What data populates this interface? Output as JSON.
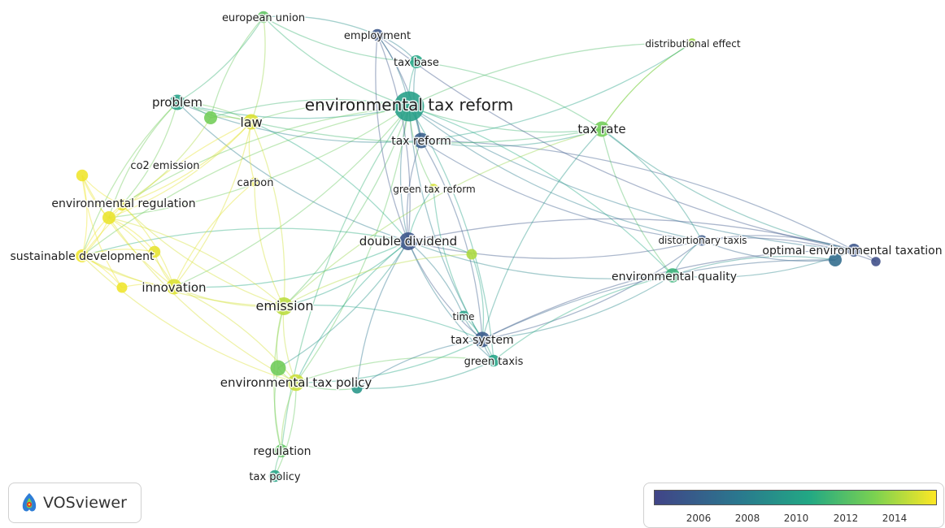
{
  "colors": {
    "scale": [
      "#414487",
      "#2a788e",
      "#22a884",
      "#7ad151",
      "#fde725"
    ]
  },
  "year_range": [
    2004.5,
    2015.7
  ],
  "nodes": [
    {
      "id": "etr",
      "label": "environmental tax reform",
      "year": 2009.5,
      "weight": 22
    },
    {
      "id": "dd",
      "label": "double dividend",
      "year": 2005.3,
      "weight": 12
    },
    {
      "id": "tr",
      "label": "tax reform",
      "year": 2005.8,
      "weight": 10
    },
    {
      "id": "emission",
      "label": "emission",
      "year": 2014.3,
      "weight": 12
    },
    {
      "id": "etp",
      "label": "environmental tax policy",
      "year": 2014.6,
      "weight": 11
    },
    {
      "id": "law",
      "label": "law",
      "year": 2015.0,
      "weight": 10
    },
    {
      "id": "innovation",
      "label": "innovation",
      "year": 2015.0,
      "weight": 10
    },
    {
      "id": "taxrate",
      "label": "tax rate",
      "year": 2012.6,
      "weight": 10
    },
    {
      "id": "problem",
      "label": "problem",
      "year": 2009.7,
      "weight": 10
    },
    {
      "id": "taxsystem",
      "label": "tax system",
      "year": 2005.6,
      "weight": 10
    },
    {
      "id": "envquality",
      "label": "environmental quality",
      "year": 2010.8,
      "weight": 9
    },
    {
      "id": "oet",
      "label": "optimal environmental taxation",
      "year": 2005.3,
      "weight": 8
    },
    {
      "id": "taxbase",
      "label": "tax base",
      "year": 2010.0,
      "weight": 8
    },
    {
      "id": "sd",
      "label": "sustainable development",
      "year": 2015.4,
      "weight": 8
    },
    {
      "id": "envreg",
      "label": "environmental regulation",
      "year": 2015.3,
      "weight": 8
    },
    {
      "id": "co2",
      "label": "co2 emission",
      "year": 2015.3,
      "weight": 7
    },
    {
      "id": "employment",
      "label": "employment",
      "year": 2005.4,
      "weight": 7
    },
    {
      "id": "eu",
      "label": "european union",
      "year": 2012.0,
      "weight": 7
    },
    {
      "id": "regulation",
      "label": "regulation",
      "year": 2012.0,
      "weight": 8
    },
    {
      "id": "greentaxis",
      "label": "green taxis",
      "year": 2009.8,
      "weight": 7
    },
    {
      "id": "time",
      "label": "time",
      "year": 2009.7,
      "weight": 6
    },
    {
      "id": "taxpolicy",
      "label": "tax policy",
      "year": 2009.8,
      "weight": 7
    },
    {
      "id": "disttax",
      "label": "distortionary taxis",
      "year": 2005.6,
      "weight": 6
    },
    {
      "id": "distrib",
      "label": "distributional effect",
      "year": 2013.6,
      "weight": 5
    },
    {
      "id": "carbon",
      "label": "carbon",
      "year": 2015.3,
      "weight": 5
    },
    {
      "id": "gtr",
      "label": "green tax reform",
      "year": 2014.8,
      "weight": 5
    },
    {
      "id": "n_ltop",
      "label": "",
      "year": 2012.6,
      "weight": 8
    },
    {
      "id": "n_lft1",
      "label": "",
      "year": 2015.4,
      "weight": 7
    },
    {
      "id": "n_lft2",
      "label": "",
      "year": 2015.4,
      "weight": 6
    },
    {
      "id": "n_sd2",
      "label": "",
      "year": 2015.2,
      "weight": 7
    },
    {
      "id": "n_mid",
      "label": "",
      "year": 2014.0,
      "weight": 6
    },
    {
      "id": "n_etp2",
      "label": "",
      "year": 2012.5,
      "weight": 10
    },
    {
      "id": "n_teal",
      "label": "",
      "year": 2009.0,
      "weight": 6
    },
    {
      "id": "n_oet1",
      "label": "",
      "year": 2006.6,
      "weight": 8
    },
    {
      "id": "n_oet2",
      "label": "",
      "year": 2005.0,
      "weight": 5
    }
  ],
  "links": [
    [
      "etr",
      "tr"
    ],
    [
      "etr",
      "dd"
    ],
    [
      "etr",
      "emission"
    ],
    [
      "etr",
      "law"
    ],
    [
      "etr",
      "problem"
    ],
    [
      "etr",
      "taxrate"
    ],
    [
      "etr",
      "taxbase"
    ],
    [
      "etr",
      "employment"
    ],
    [
      "etr",
      "eu"
    ],
    [
      "etr",
      "taxsystem"
    ],
    [
      "etr",
      "envquality"
    ],
    [
      "etr",
      "oet"
    ],
    [
      "etr",
      "innovation"
    ],
    [
      "etr",
      "sd"
    ],
    [
      "etr",
      "envreg"
    ],
    [
      "etr",
      "co2"
    ],
    [
      "etr",
      "distrib"
    ],
    [
      "etr",
      "disttax"
    ],
    [
      "etr",
      "etp"
    ],
    [
      "etr",
      "regulation"
    ],
    [
      "etr",
      "greentaxis"
    ],
    [
      "etr",
      "n_ltop"
    ],
    [
      "dd",
      "tr"
    ],
    [
      "dd",
      "taxsystem"
    ],
    [
      "dd",
      "emission"
    ],
    [
      "dd",
      "disttax"
    ],
    [
      "dd",
      "oet"
    ],
    [
      "dd",
      "envquality"
    ],
    [
      "dd",
      "time"
    ],
    [
      "dd",
      "greentaxis"
    ],
    [
      "dd",
      "employment"
    ],
    [
      "dd",
      "etp"
    ],
    [
      "dd",
      "innovation"
    ],
    [
      "dd",
      "sd"
    ],
    [
      "dd",
      "problem"
    ],
    [
      "dd",
      "law"
    ],
    [
      "dd",
      "n_etp2"
    ],
    [
      "dd",
      "n_teal"
    ],
    [
      "dd",
      "n_mid"
    ],
    [
      "tr",
      "taxrate"
    ],
    [
      "tr",
      "taxsystem"
    ],
    [
      "tr",
      "disttax"
    ],
    [
      "tr",
      "oet"
    ],
    [
      "tr",
      "employment"
    ],
    [
      "tr",
      "problem"
    ],
    [
      "taxrate",
      "envquality"
    ],
    [
      "taxrate",
      "disttax"
    ],
    [
      "taxrate",
      "oet"
    ],
    [
      "taxrate",
      "distrib"
    ],
    [
      "taxrate",
      "taxsystem"
    ],
    [
      "taxrate",
      "problem"
    ],
    [
      "taxrate",
      "emission"
    ],
    [
      "emission",
      "innovation"
    ],
    [
      "emission",
      "etp"
    ],
    [
      "emission",
      "sd"
    ],
    [
      "emission",
      "envreg"
    ],
    [
      "emission",
      "co2"
    ],
    [
      "emission",
      "law"
    ],
    [
      "emission",
      "carbon"
    ],
    [
      "emission",
      "regulation"
    ],
    [
      "emission",
      "taxsystem"
    ],
    [
      "emission",
      "n_etp2"
    ],
    [
      "law",
      "innovation"
    ],
    [
      "law",
      "sd"
    ],
    [
      "law",
      "envreg"
    ],
    [
      "law",
      "problem"
    ],
    [
      "law",
      "co2"
    ],
    [
      "law",
      "n_ltop"
    ],
    [
      "innovation",
      "sd"
    ],
    [
      "innovation",
      "envreg"
    ],
    [
      "innovation",
      "etp"
    ],
    [
      "innovation",
      "co2"
    ],
    [
      "innovation",
      "n_lft1"
    ],
    [
      "innovation",
      "n_lft2"
    ],
    [
      "innovation",
      "n_sd2"
    ],
    [
      "sd",
      "envreg"
    ],
    [
      "sd",
      "co2"
    ],
    [
      "sd",
      "n_lft1"
    ],
    [
      "sd",
      "n_lft2"
    ],
    [
      "sd",
      "etp"
    ],
    [
      "sd",
      "n_sd2"
    ],
    [
      "envreg",
      "co2"
    ],
    [
      "envreg",
      "n_lft1"
    ],
    [
      "envreg",
      "etp"
    ],
    [
      "envreg",
      "n_sd2"
    ],
    [
      "etp",
      "regulation"
    ],
    [
      "etp",
      "taxpolicy"
    ],
    [
      "etp",
      "taxsystem"
    ],
    [
      "etp",
      "n_etp2"
    ],
    [
      "etp",
      "n_teal"
    ],
    [
      "etp",
      "greentaxis"
    ],
    [
      "regulation",
      "taxpolicy"
    ],
    [
      "regulation",
      "n_etp2"
    ],
    [
      "taxsystem",
      "greentaxis"
    ],
    [
      "taxsystem",
      "time"
    ],
    [
      "taxsystem",
      "envquality"
    ],
    [
      "taxsystem",
      "oet"
    ],
    [
      "taxsystem",
      "n_teal"
    ],
    [
      "taxsystem",
      "n_oet1"
    ],
    [
      "taxsystem",
      "disttax"
    ],
    [
      "envquality",
      "disttax"
    ],
    [
      "envquality",
      "oet"
    ],
    [
      "envquality",
      "n_oet1"
    ],
    [
      "envquality",
      "greentaxis"
    ],
    [
      "disttax",
      "oet"
    ],
    [
      "disttax",
      "n_oet1"
    ],
    [
      "disttax",
      "n_oet2"
    ],
    [
      "oet",
      "n_oet1"
    ],
    [
      "oet",
      "n_oet2"
    ],
    [
      "problem",
      "eu"
    ],
    [
      "problem",
      "co2"
    ],
    [
      "problem",
      "envreg"
    ],
    [
      "problem",
      "n_ltop"
    ],
    [
      "problem",
      "sd"
    ],
    [
      "eu",
      "employment"
    ],
    [
      "eu",
      "n_ltop"
    ],
    [
      "eu",
      "law"
    ],
    [
      "eu",
      "taxbase"
    ],
    [
      "employment",
      "taxbase"
    ],
    [
      "employment",
      "oet"
    ],
    [
      "employment",
      "dd"
    ],
    [
      "taxbase",
      "tr"
    ],
    [
      "taxbase",
      "taxrate"
    ],
    [
      "gtr",
      "dd"
    ],
    [
      "gtr",
      "etr"
    ],
    [
      "gtr",
      "taxsystem"
    ],
    [
      "carbon",
      "law"
    ],
    [
      "carbon",
      "innovation"
    ],
    [
      "time",
      "greentaxis"
    ],
    [
      "n_mid",
      "emission"
    ],
    [
      "n_mid",
      "taxsystem"
    ],
    [
      "n_teal",
      "greentaxis"
    ],
    [
      "co2",
      "n_lft1"
    ],
    [
      "n_lft1",
      "n_lft2"
    ],
    [
      "n_ltop",
      "co2"
    ],
    [
      "distrib",
      "taxrate"
    ],
    [
      "distrib",
      "tr"
    ]
  ],
  "logo": {
    "text": "VOSviewer"
  },
  "legend": {
    "ticks": [
      "2006",
      "2008",
      "2010",
      "2012",
      "2014"
    ]
  }
}
